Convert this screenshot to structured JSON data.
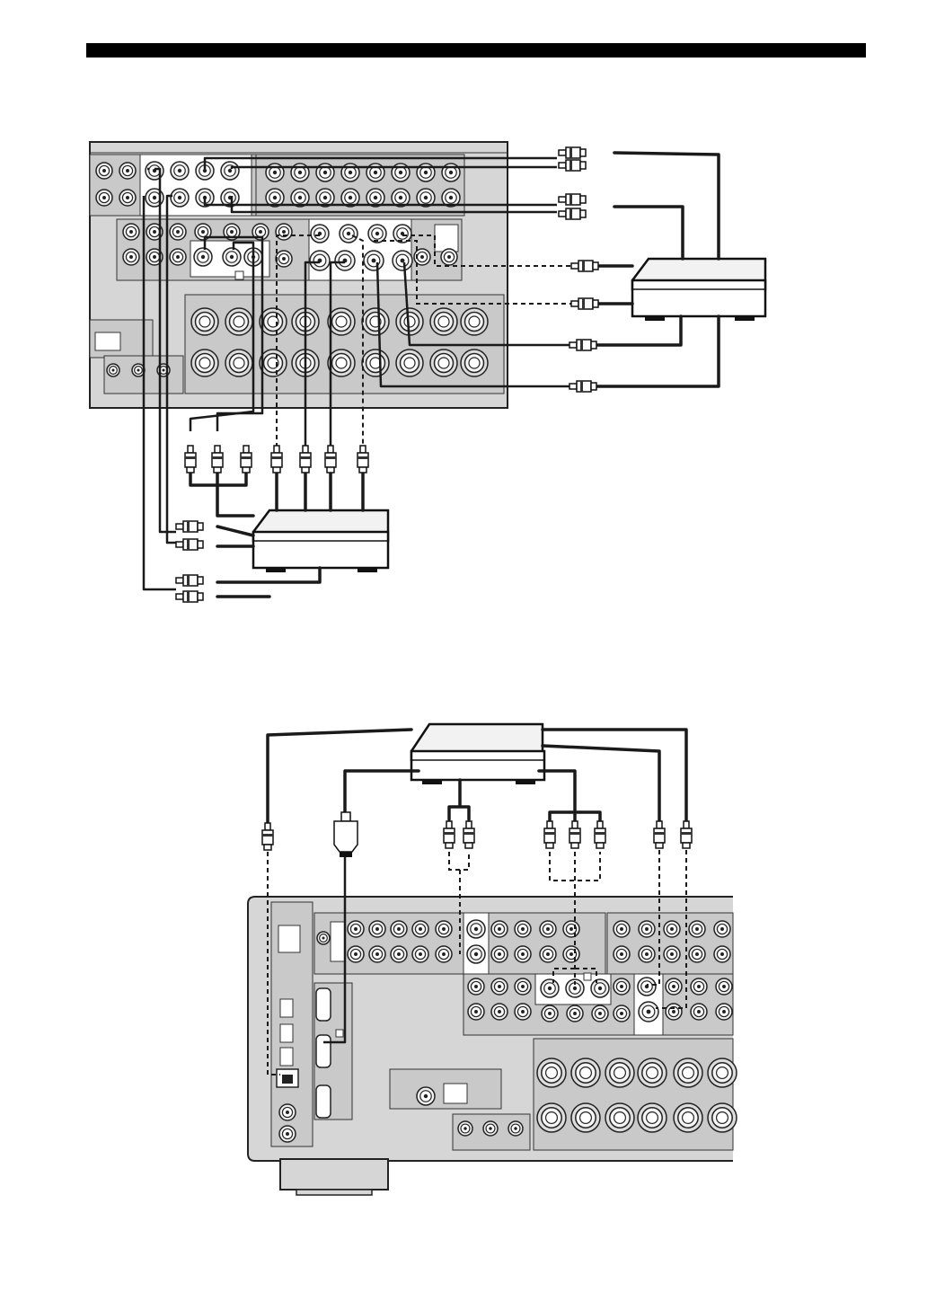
{
  "page": {
    "header_bar_color": "#000000",
    "background_color": "#ffffff",
    "panel_color": "#d6d6d6",
    "line_color": "#1a1a1a"
  },
  "figure_top": {
    "receiver_rear_panel": "rear-panel-partial",
    "device_right": "external-device-box",
    "device_bottom": "external-device-box"
  },
  "figure_bottom": {
    "device_top": "external-device-box",
    "receiver_rear_panel": "rear-panel-partial"
  }
}
